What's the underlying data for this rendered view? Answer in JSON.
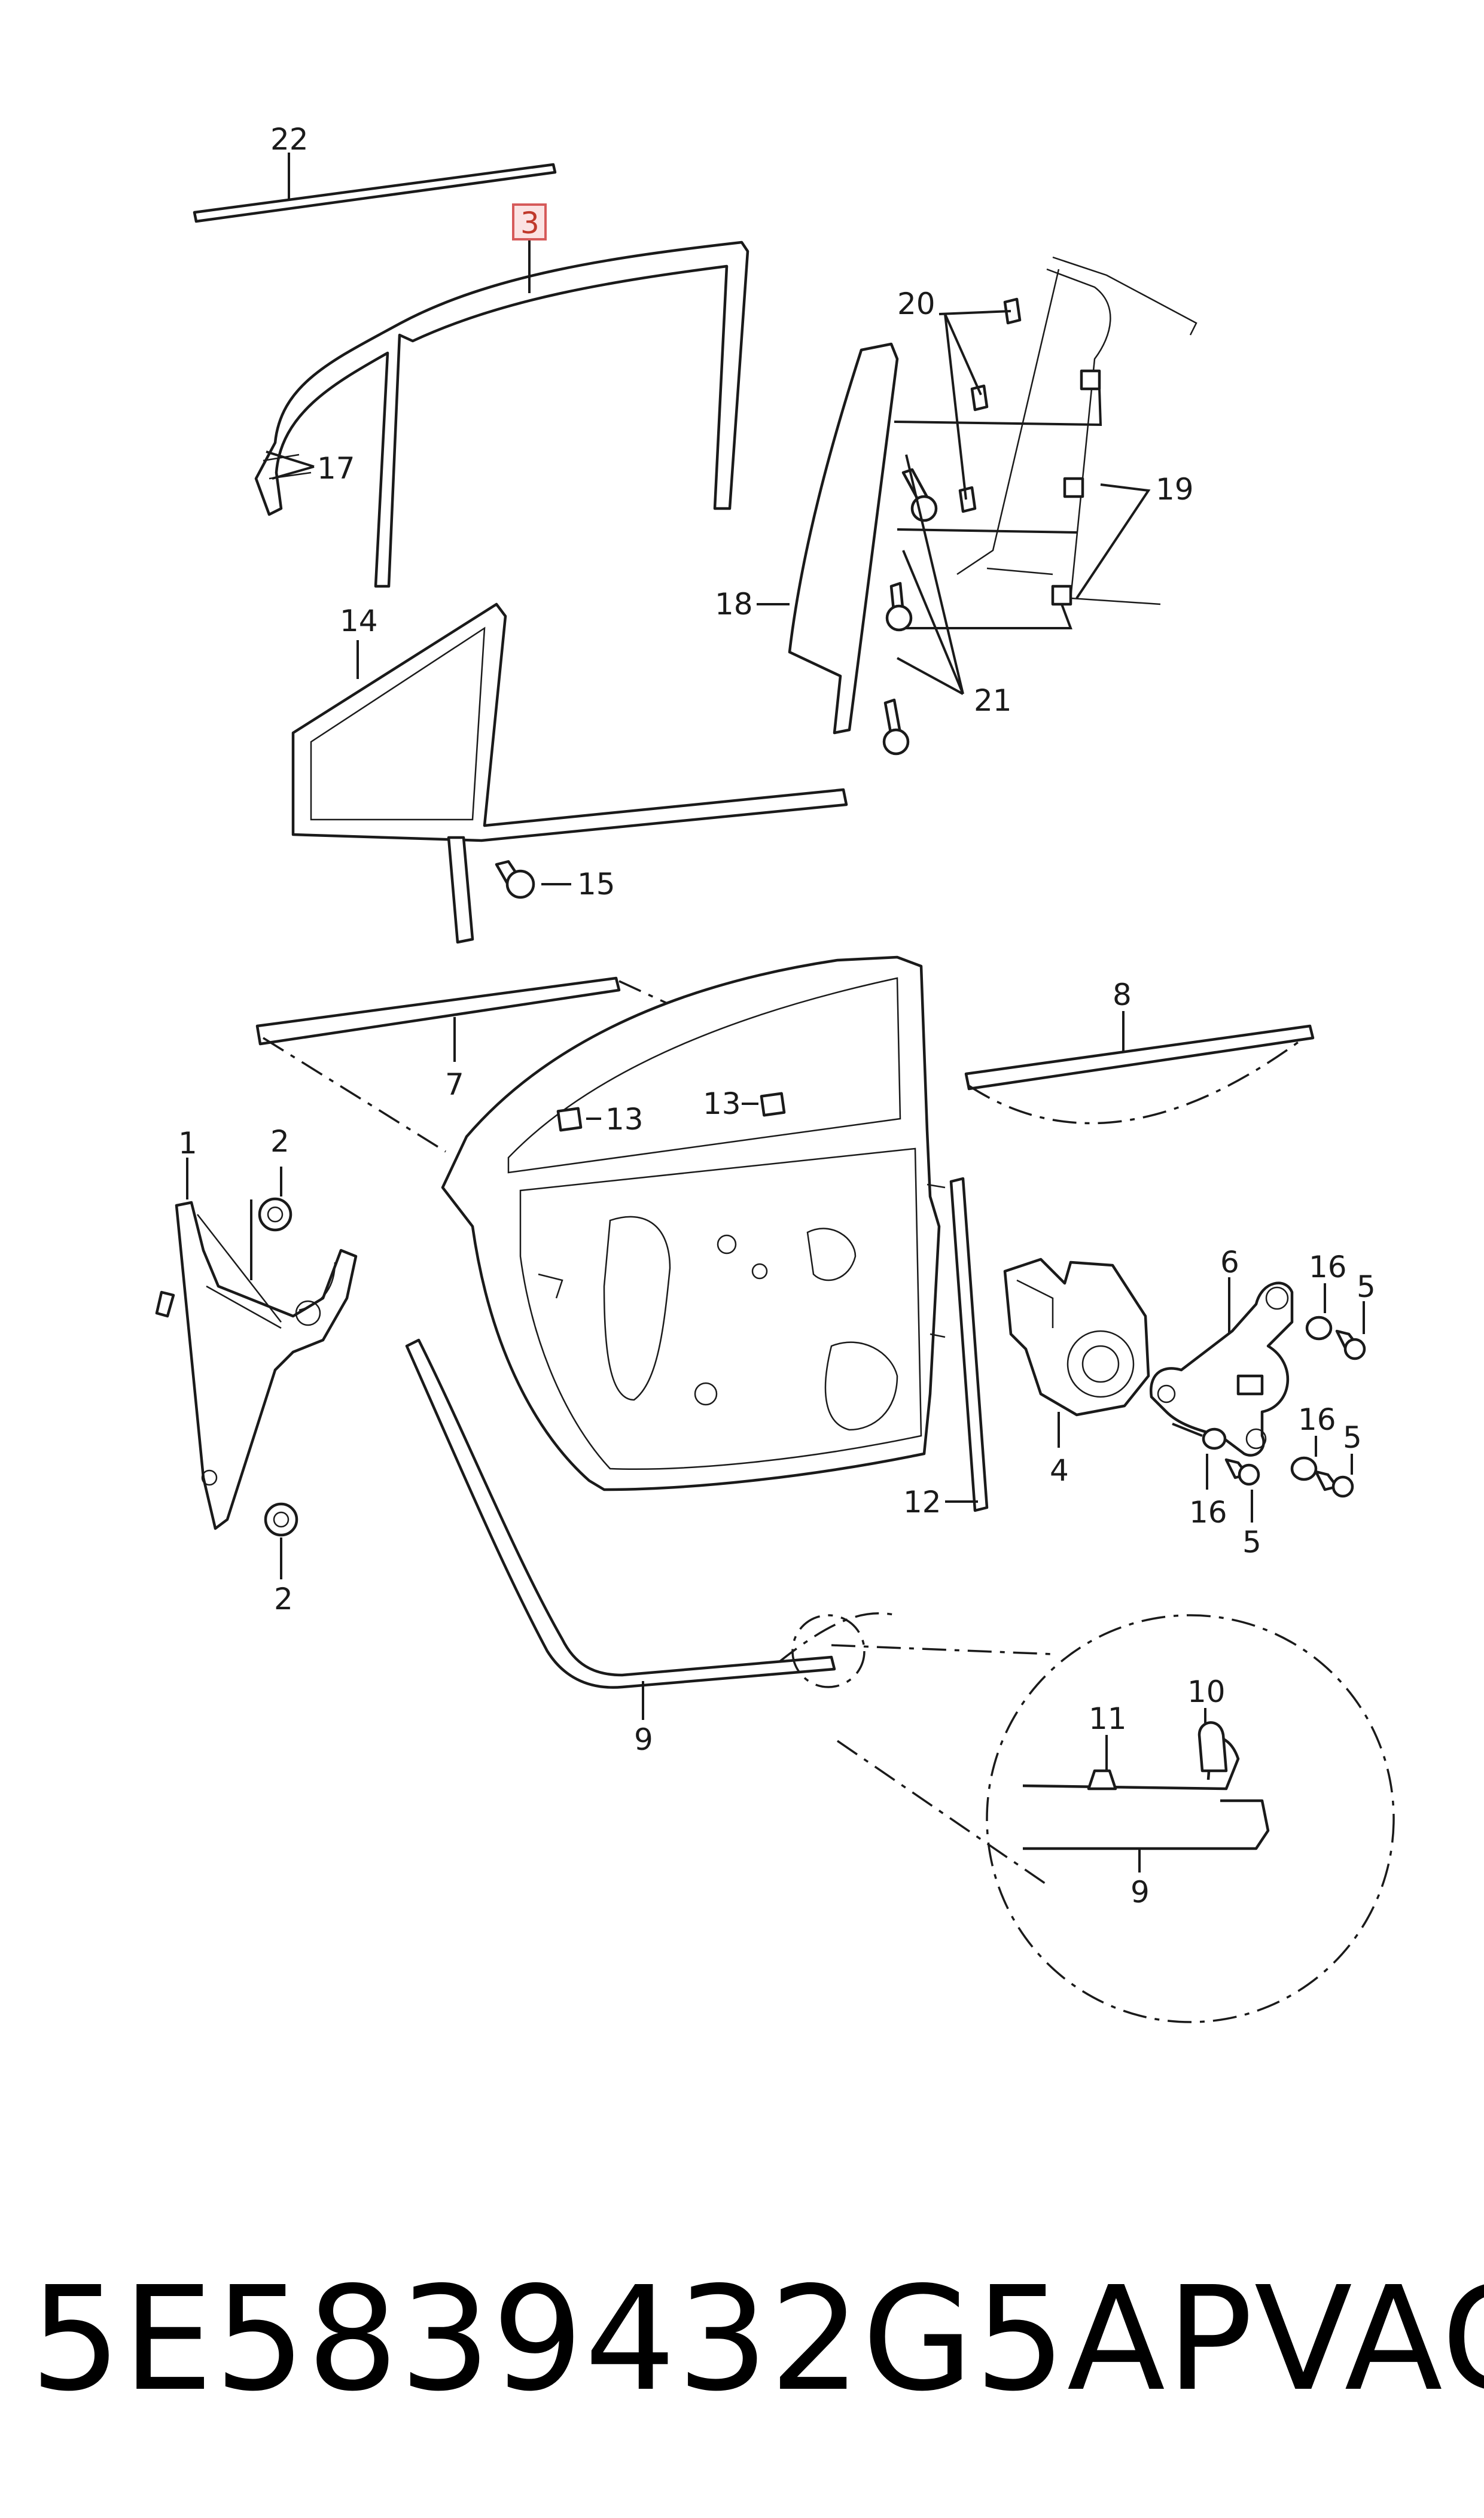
{
  "callouts": {
    "c22": "22",
    "c3": "3",
    "c17": "17",
    "c20": "20",
    "c19": "19",
    "c18": "18",
    "c14": "14",
    "c21": "21",
    "c15": "15",
    "c7": "7",
    "c8": "8",
    "c13a": "13",
    "c13b": "13",
    "c1": "1",
    "c2a": "2",
    "c2b": "2",
    "c16a": "16",
    "c5a": "5",
    "c6": "6",
    "c16b": "16",
    "c5b": "5",
    "c4": "4",
    "c12": "12",
    "c16c": "16",
    "c5c": "5",
    "c9a": "9",
    "c10": "10",
    "c11": "11",
    "c9b": "9"
  },
  "footer": {
    "part_number": "5E5839432G5AP",
    "brand": "VAG"
  },
  "colors": {
    "highlight": "#d65a5a",
    "line": "#1a1a1a"
  }
}
